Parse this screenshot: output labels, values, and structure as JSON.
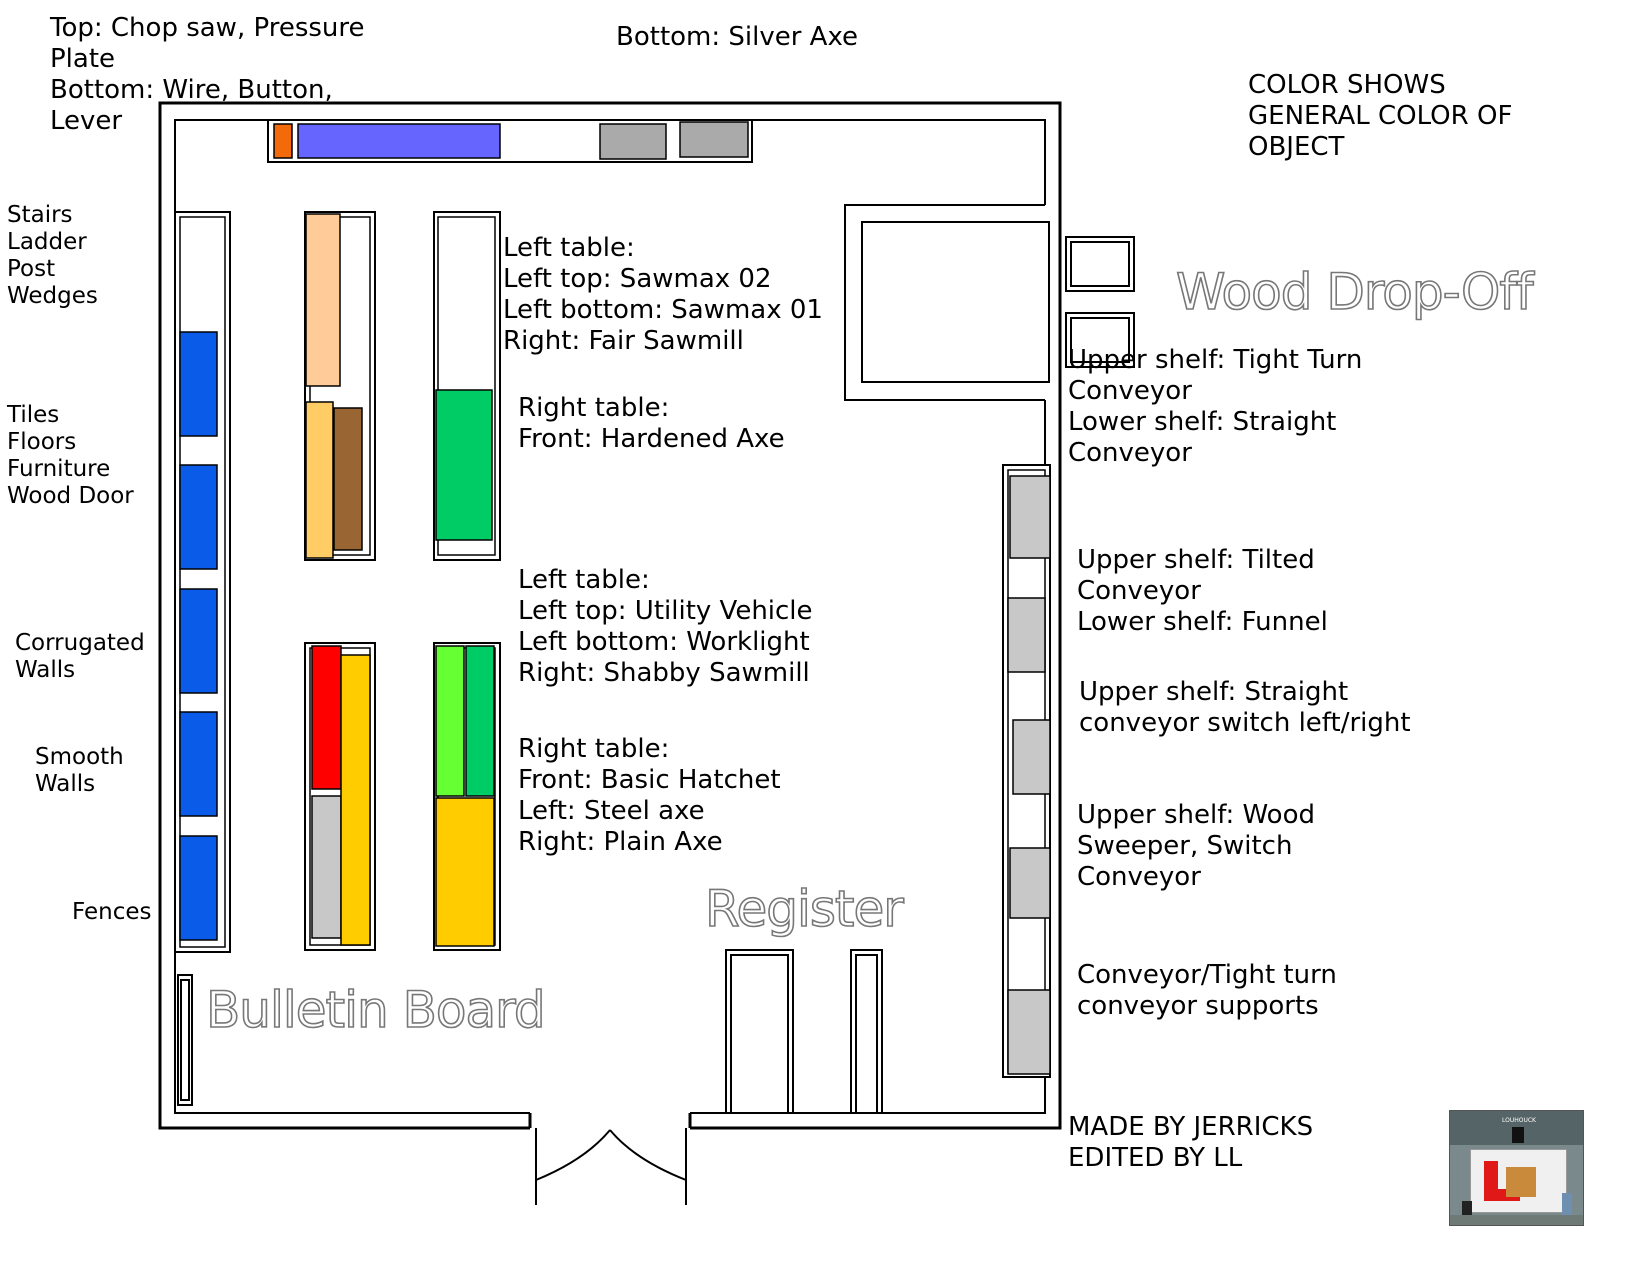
{
  "labels": {
    "top_left_shelf": "Top: Chop saw, Pressure\nPlate\nBottom: Wire, Button,\nLever",
    "top_middle": "Bottom: Silver Axe",
    "color_note": "COLOR SHOWS\nGENERAL COLOR OF\nOBJECT",
    "stairs": "Stairs\nLadder\nPost\nWedges",
    "tiles": "Tiles\nFloors\nFurniture\nWood Door",
    "corrugated": "Corrugated\nWalls",
    "smooth": "Smooth\nWalls",
    "fences": "Fences",
    "table_group_1_left": "Left table:\nLeft top: Sawmax 02\nLeft bottom: Sawmax 01\nRight: Fair Sawmill",
    "table_group_1_right": "Right table:\nFront: Hardened Axe",
    "table_group_2_left": "Left table:\nLeft top: Utility Vehicle\nLeft bottom: Worklight\nRight: Shabby Sawmill",
    "table_group_2_right": "Right table:\nFront: Basic Hatchet\nLeft: Steel axe\nRight: Plain Axe",
    "shelf_1": "Upper shelf: Tight Turn\nConveyor\nLower shelf: Straight\nConveyor",
    "shelf_2": "Upper shelf: Tilted\nConveyor\nLower shelf: Funnel",
    "shelf_3": "Upper shelf: Straight\nconveyor switch left/right",
    "shelf_4": "Upper shelf: Wood\nSweeper, Switch\nConveyor",
    "shelf_5": "Conveyor/Tight turn\nconveyor supports",
    "credits": "MADE BY JERRICKS\nEDITED BY LL"
  },
  "areas": {
    "wood_dropoff": "Wood Drop-Off",
    "register": "Register",
    "bulletin": "Bulletin Board"
  },
  "thumbnail": {
    "caption": "LOUHOUCK"
  },
  "colors": {
    "blue_shelf": "#0a5ce8",
    "violet": "#6666ff",
    "orange": "#f26a0a",
    "peach": "#ffcc99",
    "light_orange": "#ffcc66",
    "brown": "#996633",
    "green": "#00cc66",
    "lime": "#66ff33",
    "red": "#ff0000",
    "yellow": "#ffcc00",
    "gray": "#c8c8c8",
    "dark_gray": "#aaaaaa"
  }
}
